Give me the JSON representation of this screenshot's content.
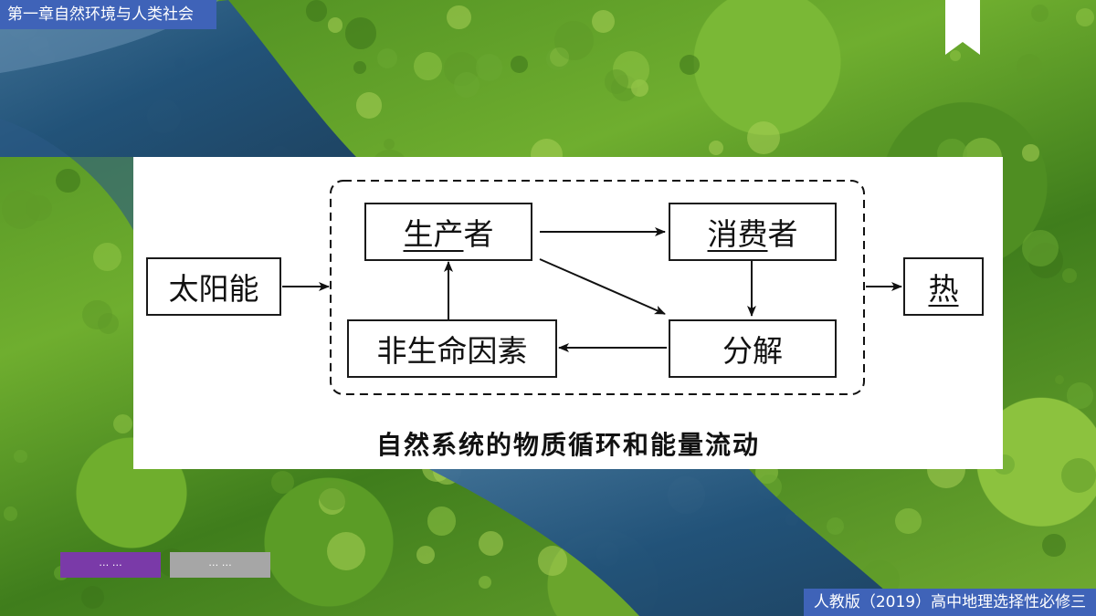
{
  "header": {
    "chapter_title": "第一章自然环境与人类社会"
  },
  "diagram": {
    "nodes": {
      "solar": "太阳能",
      "producer": {
        "underlined": "生产",
        "rest": "者"
      },
      "consumer": {
        "underlined": "消费",
        "rest": "者"
      },
      "abiotic": "非生命因素",
      "decompose": "分解",
      "heat": "热"
    },
    "caption": "自然系统的物质循环和能量流动"
  },
  "buttons": {
    "purple_label": "… …",
    "gray_label": "… …"
  },
  "footer": {
    "textbook": "人教版（2019）高中地理选择性必修三"
  },
  "colors": {
    "accent_blue": "#3f63b8",
    "purple": "#7a3aa8",
    "gray": "#a6a6a6"
  }
}
